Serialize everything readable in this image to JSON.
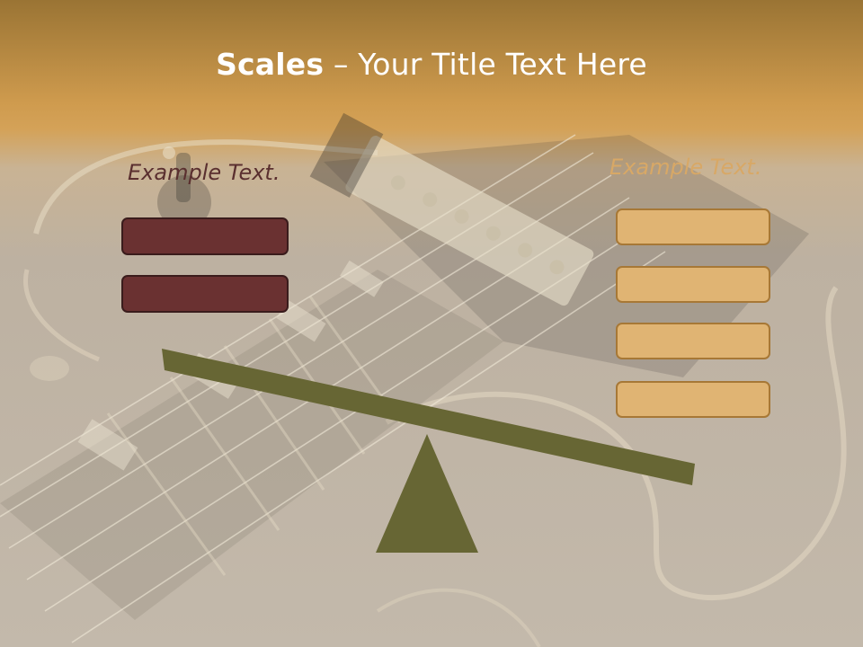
{
  "slide": {
    "title_bold": "Scales",
    "title_rest": " – Your Title Text Here",
    "left_label": "Example Text.",
    "right_label": "Example Text.",
    "left_boxes": [
      "",
      ""
    ],
    "right_boxes": [
      "",
      "",
      "",
      ""
    ],
    "colors": {
      "left_box": "#6a3131",
      "right_box": "#e0b473",
      "beam": "#676634",
      "title_band": "#d4a258"
    }
  }
}
